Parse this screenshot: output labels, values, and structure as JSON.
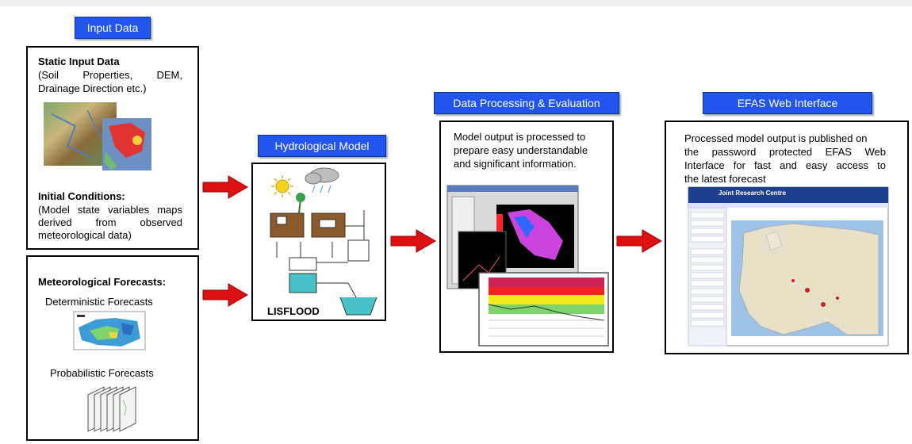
{
  "headers": {
    "input": "Input Data",
    "hydro": "Hydrological Model",
    "processing": "Data Processing & Evaluation",
    "efas": "EFAS Web Interface"
  },
  "input_box": {
    "static_title": "Static Input Data",
    "static_line1": "(Soil   Properties,   DEM,",
    "static_line2": "Drainage Direction etc.)",
    "initial_title": "Initial Conditions:",
    "initial_line1": "(Model state variables maps",
    "initial_line2": "derived     from     observed",
    "initial_line3": "meteorological data)"
  },
  "meteo_box": {
    "title": "Meteorological Forecasts:",
    "deterministic": "Deterministic Forecasts",
    "probabilistic": "Probabilistic Forecasts"
  },
  "hydro_box": {
    "model_name": "LISFLOOD"
  },
  "processing_box": {
    "line1": "Model output is processed to",
    "line2": "prepare easy understandable",
    "line3": "and significant information."
  },
  "efas_box": {
    "line1": "Processed model output is published on",
    "line2": "the password protected EFAS Web",
    "line3": "Interface for fast and easy access to",
    "line4": "the latest forecast",
    "site_title": "Joint Research Centre"
  },
  "colors": {
    "header_bg": "#2255ee",
    "arrow": "#dd1111"
  }
}
